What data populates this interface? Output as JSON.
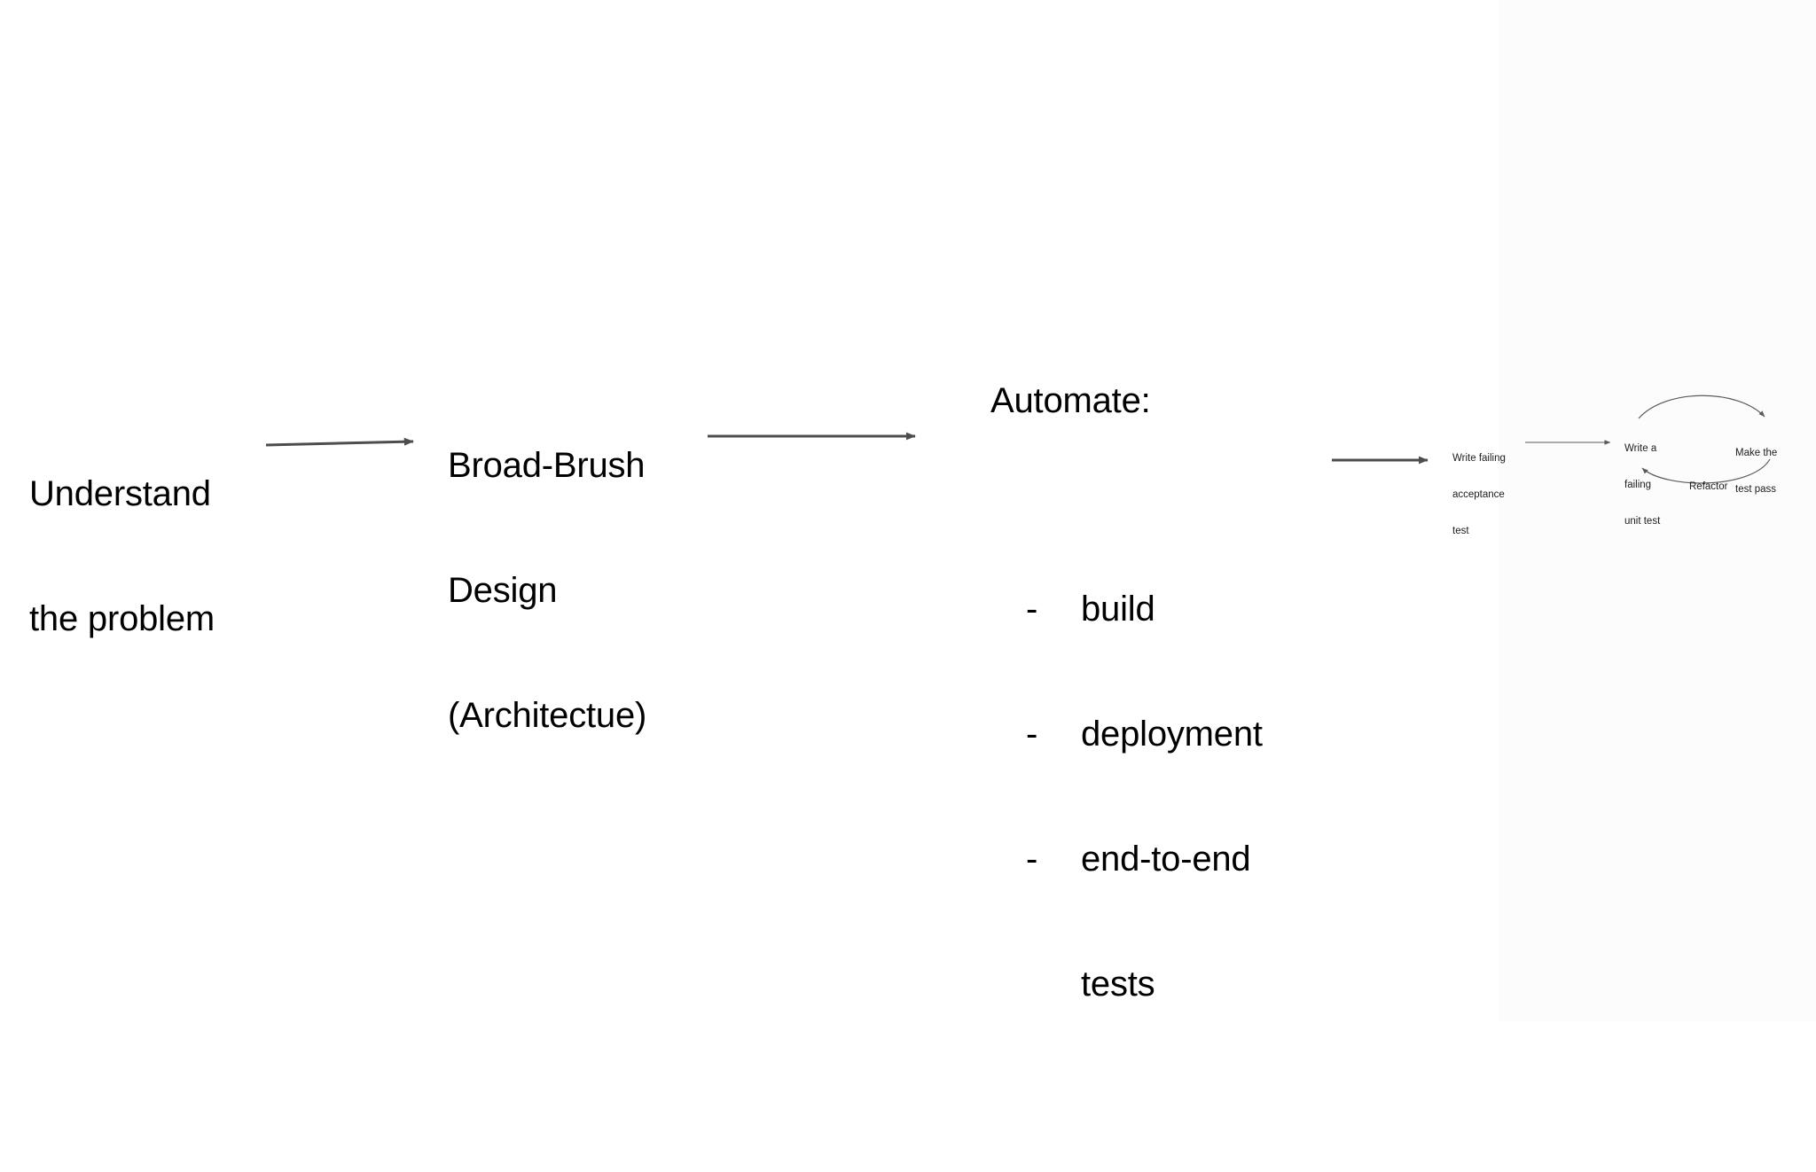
{
  "diagram": {
    "title_context": "Software delivery flow",
    "background_color": "#ffffff",
    "line_color": "#4d4d4d",
    "text_color": "#000000",
    "panel_color": "#fcfcfc",
    "stages": [
      {
        "id": "understand",
        "lines": [
          "Understand",
          "the problem"
        ]
      },
      {
        "id": "design",
        "lines": [
          "Broad-Brush",
          "Design",
          "(Architectue)"
        ]
      },
      {
        "id": "automate",
        "title": "Automate:",
        "bullet": "-",
        "items": [
          "build",
          "deployment",
          "end-to-end",
          "tests"
        ]
      }
    ],
    "arrows": [
      {
        "id": "arrow-understand-to-design",
        "label": ""
      },
      {
        "id": "arrow-design-to-automate",
        "label": ""
      },
      {
        "id": "arrow-automate-to-tdd",
        "label": ""
      }
    ]
  },
  "tdd_cycle": {
    "nodes": [
      {
        "id": "acceptance-test",
        "lines": [
          "Write failing",
          "acceptance",
          "test"
        ]
      },
      {
        "id": "unit-test",
        "lines": [
          "Write a",
          "failing",
          "unit test"
        ]
      },
      {
        "id": "make-pass",
        "lines": [
          "Make the",
          "test pass"
        ]
      }
    ],
    "edges": [
      {
        "id": "acceptance-to-unit",
        "label": "",
        "style": "straight"
      },
      {
        "id": "unit-to-pass",
        "label": "",
        "style": "curve-top"
      },
      {
        "id": "pass-to-unit",
        "label": "Refactor",
        "style": "curve-bottom"
      }
    ],
    "refactor_label": "Refactor"
  }
}
